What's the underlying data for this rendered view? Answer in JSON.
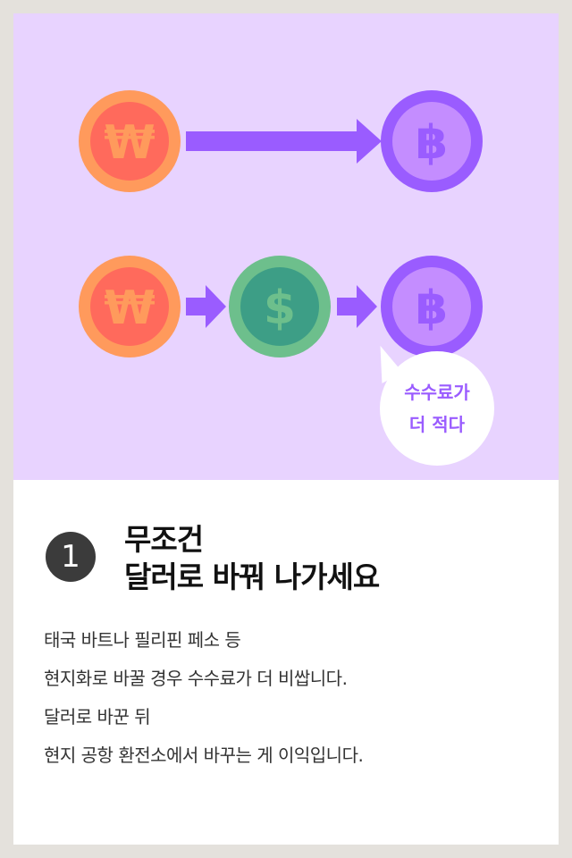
{
  "illustration": {
    "row1": {
      "from_symbol": "₩",
      "to_symbol": "฿"
    },
    "row2": {
      "from_symbol": "₩",
      "via_symbol": "$",
      "to_symbol": "฿"
    },
    "bubble": {
      "line1": "수수료가",
      "line2": "더 적다"
    },
    "colors": {
      "background": "#e8d3ff",
      "won_outer": "#ff9a5c",
      "won_inner": "#ff6a5c",
      "won_symbol": "#ff9a5c",
      "dollar_outer": "#6dbf8c",
      "dollar_inner": "#3d9e86",
      "dollar_symbol": "#6dbf8c",
      "baht_outer": "#9a5cff",
      "baht_inner": "#c48dff",
      "baht_symbol": "#9a5cff",
      "arrow": "#9a5cff"
    }
  },
  "step": {
    "number": "1",
    "title_line1": "무조건",
    "title_line2": "달러로 바꿔 나가세요"
  },
  "description": [
    "태국 바트나 필리핀 페소 등",
    "현지화로 바꿀 경우 수수료가 더 비쌉니다.",
    "달러로 바꾼 뒤",
    "현지 공항 환전소에서 바꾸는 게 이익입니다."
  ]
}
